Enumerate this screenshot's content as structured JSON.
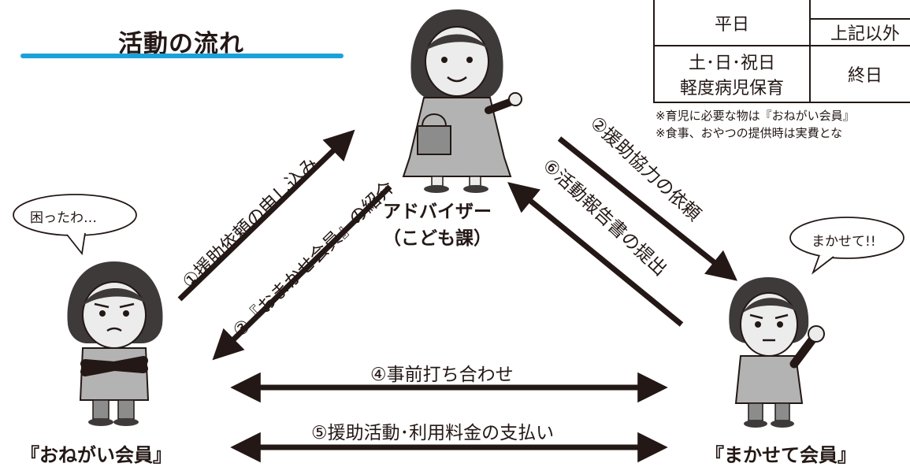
{
  "title": "活動の流れ",
  "colors": {
    "accent": "#1ba1d9",
    "ink": "#231815",
    "skin": "#ececec",
    "cloth": "#b3b3b3",
    "hair": "#3e3a39"
  },
  "roles": {
    "adviser_line1": "アドバイザー",
    "adviser_line2": "（こども課）",
    "onegai": "『おねがい会員』",
    "makase": "『まかせて会員』"
  },
  "bubbles": {
    "onegai": "困ったわ…",
    "makase": "まかせて!!"
  },
  "flows": {
    "step1": "①援助依頼の申し込み",
    "step2": "②援助協力の依頼",
    "step3": "③『おまかせ会員』の紹介",
    "step4": "④事前打ち合わせ",
    "step5": "⑤援助活動･利用料金の支払い",
    "step6": "⑥活動報告書の提出"
  },
  "fee_table": {
    "row1_label": "平日",
    "row1_sub": "上記以外",
    "row2_label_line1": "土･日･祝日",
    "row2_label_line2": "軽度病児保育",
    "row2_value": "終日"
  },
  "notes": [
    "※育児に必要な物は『おねがい会員』",
    "※食事、おやつの提供時は実費とな"
  ],
  "icons": [
    "speech-bubble-icon",
    "arrow-icon",
    "person-illustration"
  ]
}
